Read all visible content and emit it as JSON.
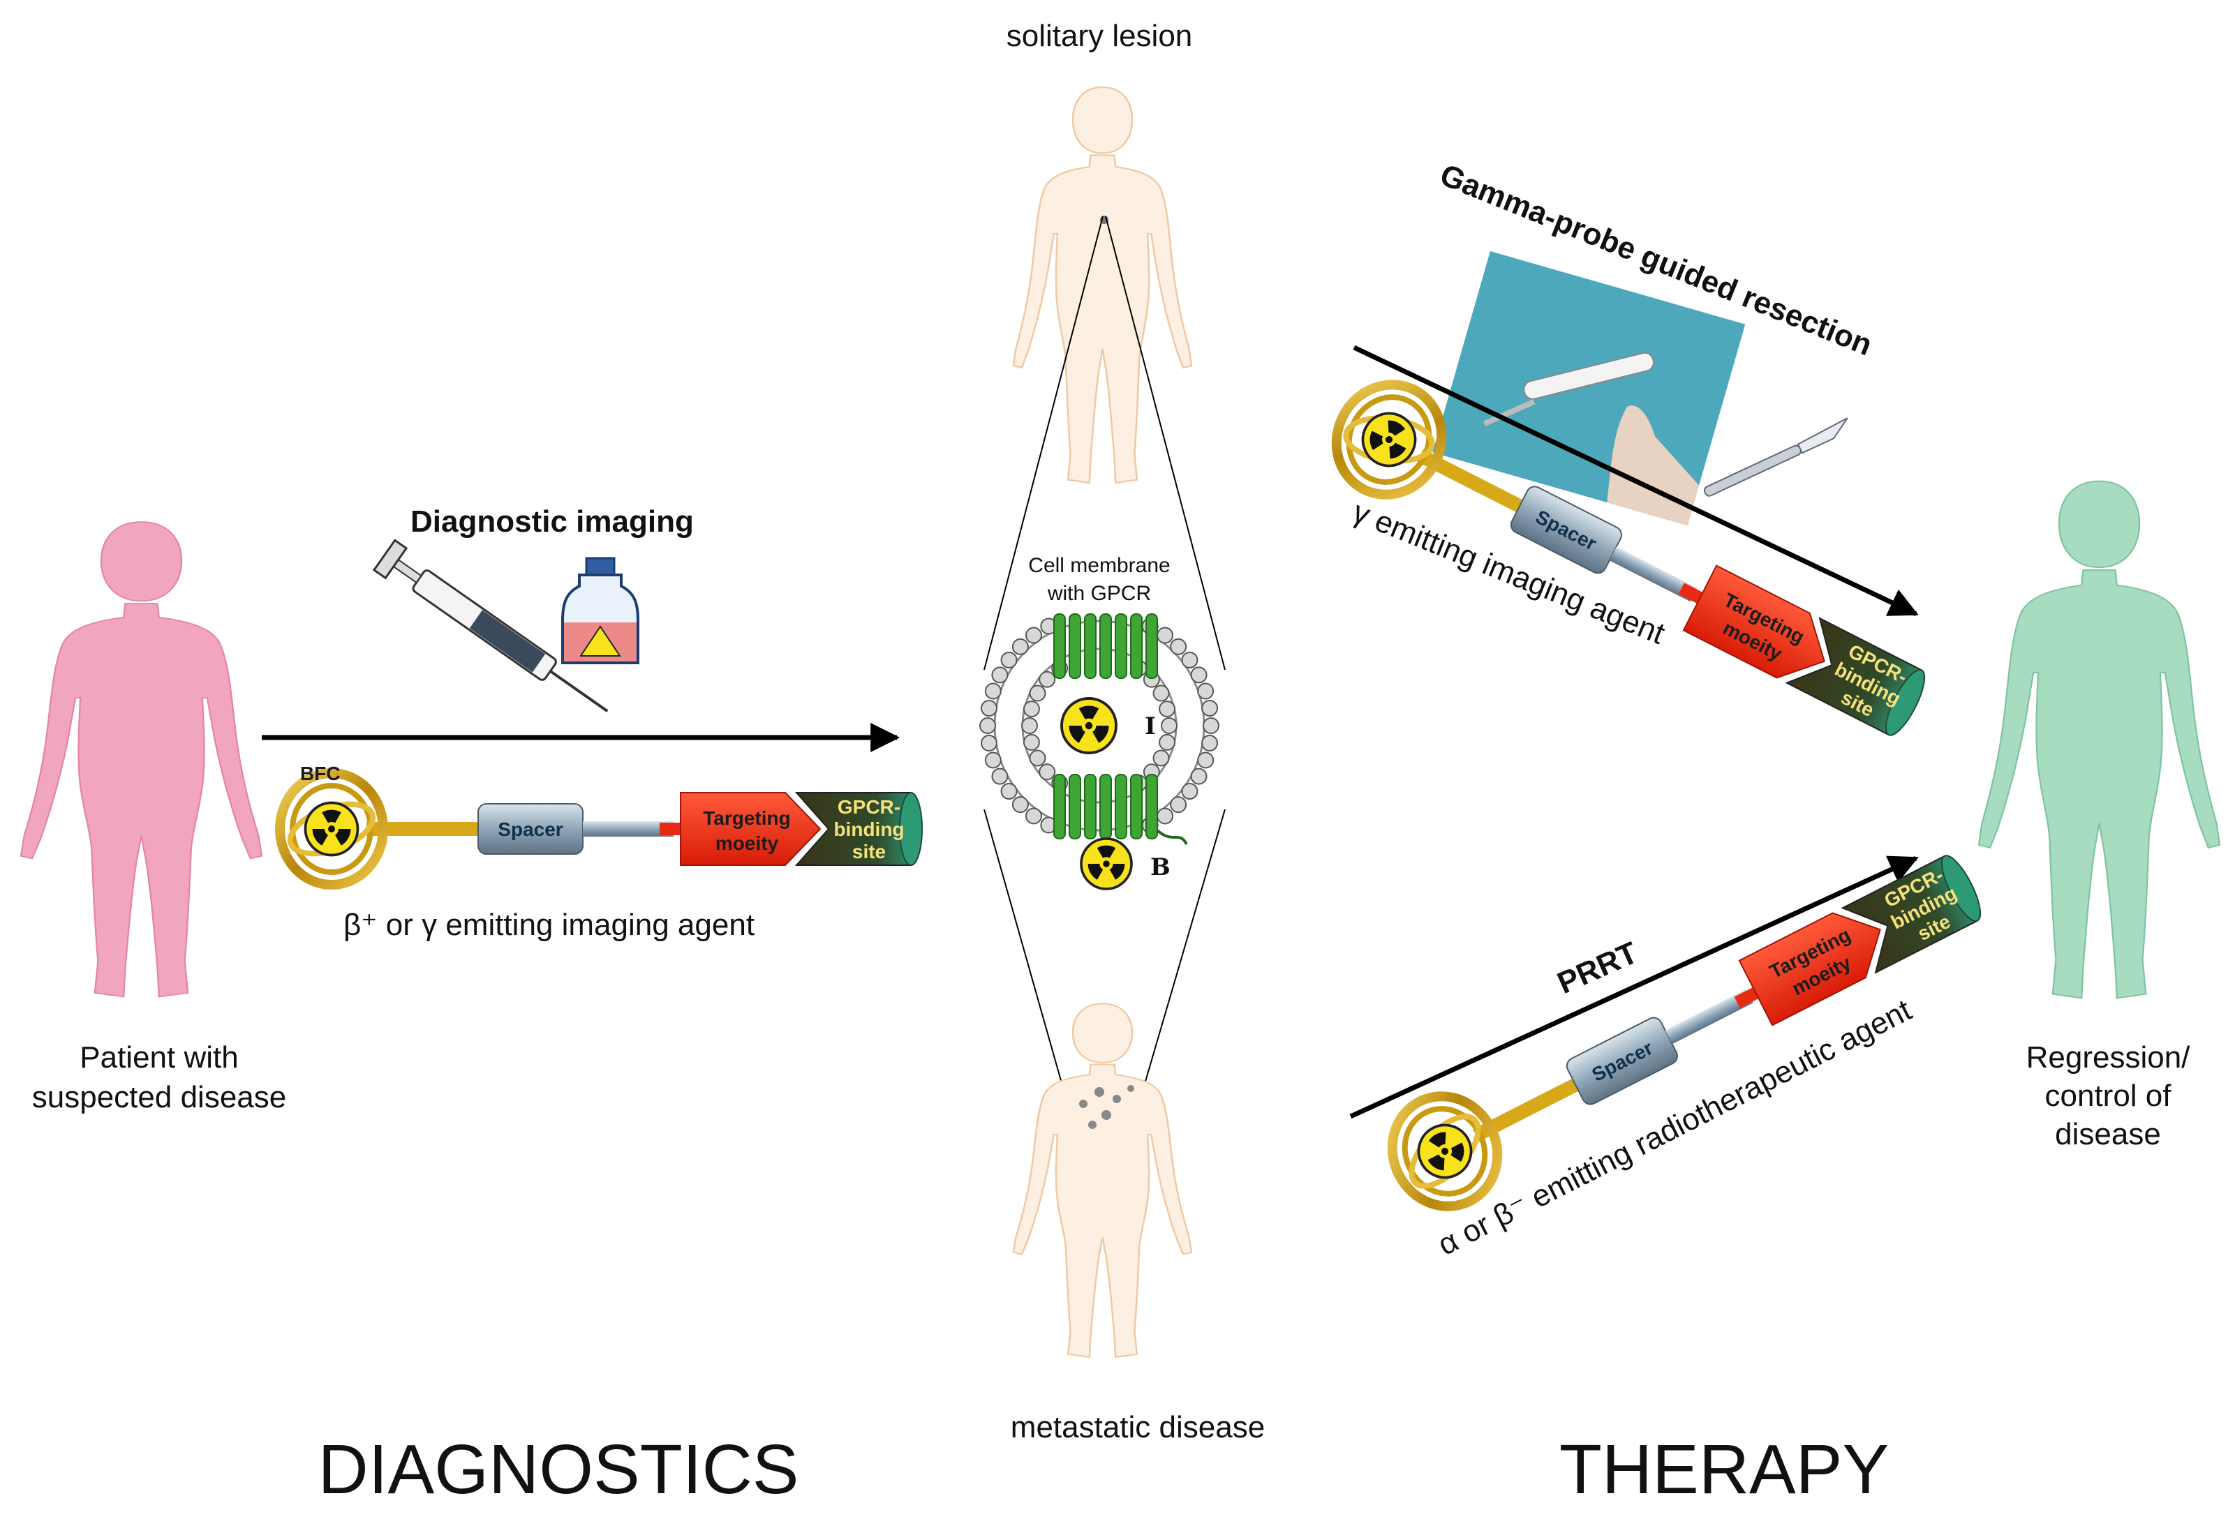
{
  "labels": {
    "solitary_lesion": "solitary lesion",
    "metastatic_disease": "metastatic disease",
    "patient": [
      "Patient with",
      "suspected disease"
    ],
    "regression": [
      "Regression/",
      "control of",
      "disease"
    ],
    "diagnostic_imaging": "Diagnostic imaging",
    "gamma_probe": "Gamma-probe guided resection",
    "prrt": "PRRT",
    "cell_membrane": [
      "Cell membrane",
      "with GPCR"
    ],
    "diagnostics": "DIAGNOSTICS",
    "therapy": "THERAPY",
    "bfc": "BFC",
    "marker_internal": "I",
    "marker_bound": "B"
  },
  "agents": {
    "diagnostic": {
      "spacer": "Spacer",
      "targeting": [
        "Targeting",
        "moeity"
      ],
      "binding": [
        "GPCR-",
        "binding",
        "site"
      ],
      "caption": "β⁺ or γ emitting imaging agent"
    },
    "resection": {
      "spacer": "Spacer",
      "targeting": [
        "Targeting",
        "moeity"
      ],
      "binding": [
        "GPCR-",
        "binding",
        "site"
      ],
      "caption": "γ emitting imaging agent"
    },
    "therapy": {
      "spacer": "Spacer",
      "targeting": [
        "Targeting",
        "moeity"
      ],
      "binding": [
        "GPCR-",
        "binding",
        "site"
      ],
      "caption": "α or β⁻ emitting radiotherapeutic agent"
    }
  },
  "colors": {
    "patient_body": "#f2a5bf",
    "regression_body": "#a8dcc0",
    "outline_body": "#f9e0c7",
    "receptor": "#3fa535",
    "targeting": "#ee2a14",
    "binding": "#3a3a1a",
    "chelator": "#d5a90e",
    "spacer": "#9eb3c3"
  },
  "icons": [
    "syringe-icon",
    "radioactive-vial-icon",
    "radiation-trefoil-icon",
    "gamma-probe-photo",
    "scalpel-icon"
  ]
}
